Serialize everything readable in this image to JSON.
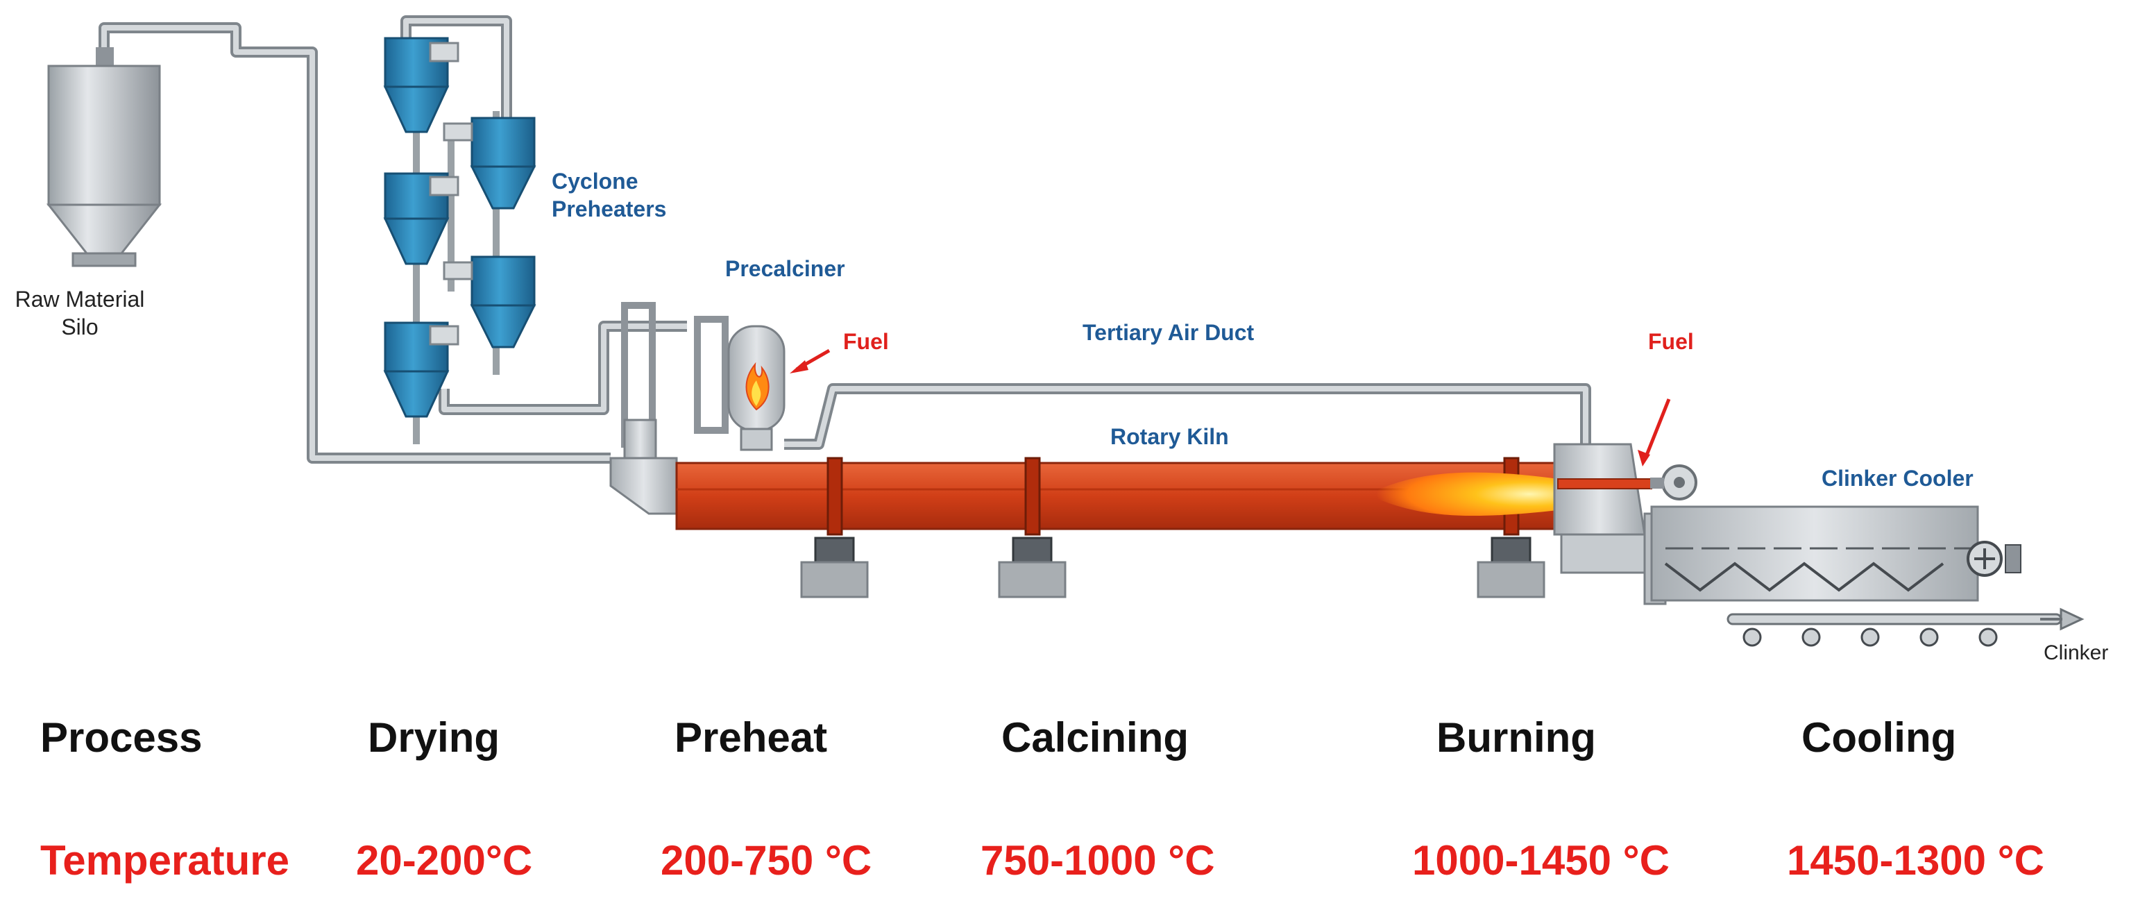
{
  "labels": {
    "raw_material_silo": [
      "Raw Material",
      "Silo"
    ],
    "cyclone_preheaters": [
      "Cyclone",
      "Preheaters"
    ],
    "precalciner": "Precalciner",
    "fuel_precalciner": "Fuel",
    "tertiary_air_duct": "Tertiary Air Duct",
    "fuel_kiln": "Fuel",
    "rotary_kiln": "Rotary Kiln",
    "clinker_cooler": "Clinker Cooler",
    "clinker": "Clinker"
  },
  "process_row": {
    "header": "Process",
    "stages": [
      "Drying",
      "Preheat",
      "Calcining",
      "Burning",
      "Cooling"
    ]
  },
  "temperature_row": {
    "header": "Temperature",
    "values": [
      "20-200°C",
      "200-750 °C",
      "750-1000 °C",
      "1000-1450 °C",
      "1450-1300 °C"
    ]
  },
  "colors": {
    "cyclone": "#2a7fb0",
    "kiln": "#d9411c",
    "label_blue": "#1f5a96",
    "fuel_red": "#e0201c",
    "duct": "#b9bfc4",
    "silo": "#c9ced2"
  }
}
